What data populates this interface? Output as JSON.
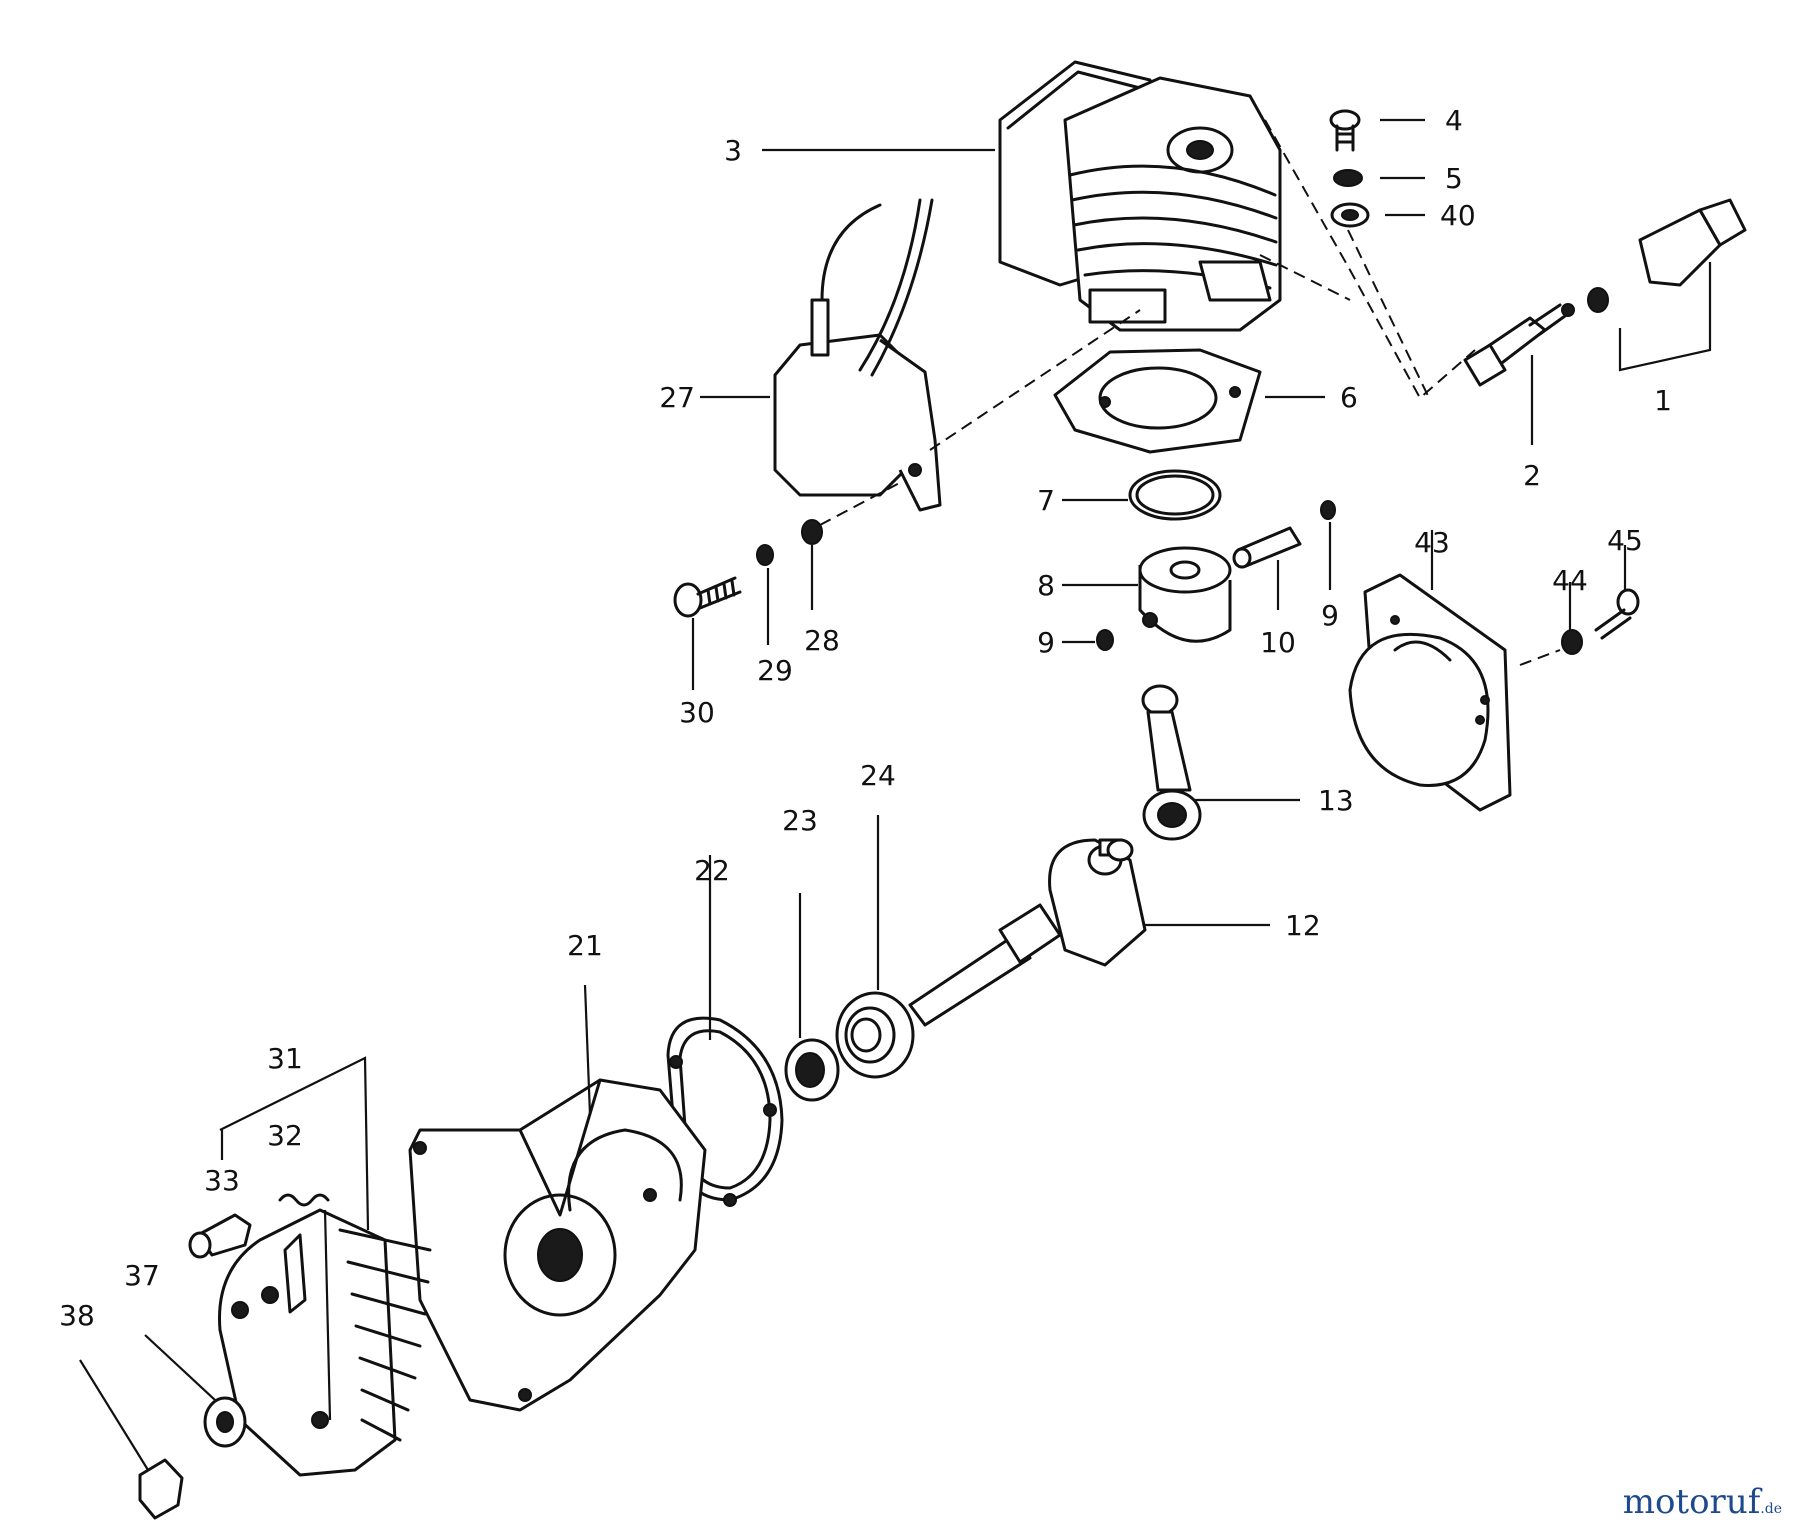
{
  "callouts": {
    "c1": "1",
    "c2": "2",
    "c3": "3",
    "c4": "4",
    "c5": "5",
    "c6": "6",
    "c7": "7",
    "c8": "8",
    "c9a": "9",
    "c9b": "9",
    "c10": "10",
    "c12": "12",
    "c13": "13",
    "c21": "21",
    "c22": "22",
    "c23": "23",
    "c24": "24",
    "c27": "27",
    "c28": "28",
    "c29": "29",
    "c30": "30",
    "c31": "31",
    "c32": "32",
    "c33": "33",
    "c37": "37",
    "c38": "38",
    "c40": "40",
    "c43": "43",
    "c44": "44",
    "c45": "45"
  },
  "watermark": {
    "main": "motoruf",
    "suffix": ".de"
  },
  "colors": {
    "line": "#111111",
    "background": "#ffffff",
    "watermark": "#1d4a8c"
  }
}
